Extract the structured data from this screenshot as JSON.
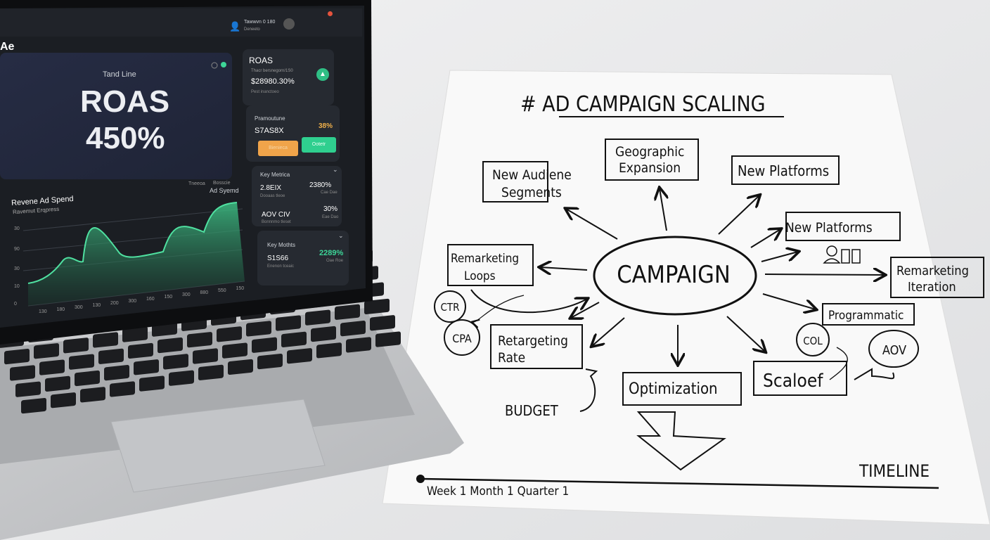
{
  "laptop": {
    "header": {
      "user_line1": "Tawwvn 0 180",
      "user_line2": "Deneeto"
    },
    "logo": "Ae",
    "hero": {
      "subtitle": "Tand Line",
      "title": "ROAS",
      "value": "450%"
    },
    "roas_card": {
      "title": "ROAS",
      "caption": "Thacr bersnegorn/1S0",
      "value": "$28980.30%",
      "footnote": "Pest inanctoeo",
      "button_icon": "up-arrow-icon"
    },
    "promo_card": {
      "title": "Pramoutune",
      "value": "S7AS8X",
      "percent": "38%",
      "button_orange": "Bienieca",
      "button_green": "Ootetr"
    },
    "metrics_card": {
      "title": "Key Metrica",
      "row1_value": "2.8EIX",
      "row1_sub": "Dooaas tleoe",
      "row1_pct": "2380%",
      "row1_pct_sub": "Cae Dae",
      "row2_value": "AOV CIV",
      "row2_sub": "Bonnnmo tleset",
      "row2_pct": "30%",
      "row2_pct_sub": "Eae Dao"
    },
    "months_card": {
      "title": "Key Mothts",
      "value": "S1S66",
      "sub": "Enenon tceaic",
      "pct": "2289%",
      "pct_sub": "Oae Roe"
    },
    "chart": {
      "title": "Revene Ad Spend",
      "subtitle": "Ravemut Erqpress",
      "legend1": "Tneeoa",
      "legend2": "Bosscie",
      "legend3": "Ad Syemd",
      "y_ticks": [
        "30",
        "90",
        "30",
        "10",
        "0"
      ],
      "x_ticks": [
        "130",
        "180",
        "300",
        "130",
        "200",
        "300",
        "160",
        "150",
        "300",
        "880",
        "550",
        "150"
      ],
      "color": "#3dbf84"
    }
  },
  "sketch": {
    "title": "# AD CAMPAIGN SCALING",
    "center": "CAMPAIGN",
    "nodes": {
      "audience": [
        "New Audiene",
        "Segments"
      ],
      "geo": [
        "Geographic",
        "Expansion"
      ],
      "platforms1": "New Platforms",
      "platforms2": "New Platforms",
      "remarketing_loops": [
        "Remarketing",
        "Loops"
      ],
      "remarketing_iter": [
        "Remarketing",
        "Iteration"
      ],
      "programmatic": "Programmatic",
      "retargeting": [
        "Retargeting",
        "Rate"
      ],
      "optimization": "Optimization",
      "scale": "Scaloef",
      "ctr": "CTR",
      "cpa": "CPA",
      "col": "COL",
      "aov": "AOV",
      "budget": "BUDGET"
    },
    "timeline": {
      "label": "TIMELINE",
      "marks": "Week 1 Month 1 Quarter 1"
    }
  }
}
